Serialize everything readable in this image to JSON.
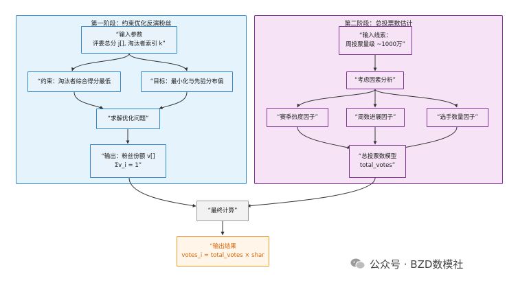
{
  "group1": {
    "title": "第一阶段：约束优化反演粉丝"
  },
  "group2": {
    "title": "第二阶段：总投票数估计"
  },
  "nodes": {
    "input_params": {
      "line1": "“输入参数",
      "line2": "评委总分 j[], 淘汰者索引 k”"
    },
    "constraint": {
      "line1": "“约束：淘汰者综合得分最低"
    },
    "objective": {
      "line1": "“目标：最小化与先验分布偏"
    },
    "solve": {
      "line1": "“求解优化问题”"
    },
    "output_share": {
      "line1": "“输出：粉丝份额 v[]",
      "line2": "Σv_i = 1”"
    },
    "input_clues": {
      "line1": "“输入线索：",
      "line2": "周投票量级 ~1000万”"
    },
    "factor_analysis": {
      "line1": "“考虑因素分析”"
    },
    "season_heat": {
      "line1": "“赛季热度因子”"
    },
    "week_progress": {
      "line1": "“周数进展因子”"
    },
    "contestant_count": {
      "line1": "“选手数量因子”"
    },
    "total_votes_model": {
      "line1": "“总投票数模型",
      "line2": "total_votes”"
    },
    "final_calc": {
      "line1": "“最终计算”"
    },
    "output_result": {
      "line1": "“输出结果",
      "line2": "votes_i = total_votes × shar"
    }
  },
  "watermark": {
    "text": "公众号 · BZD数模社"
  },
  "colors": {
    "blue_fill": "#e8f3fb",
    "blue_border": "#2f86c9",
    "purple_fill": "#f6e3f5",
    "purple_border": "#7b2f8e",
    "orange_text": "#d9660a",
    "edge": "#333333"
  }
}
